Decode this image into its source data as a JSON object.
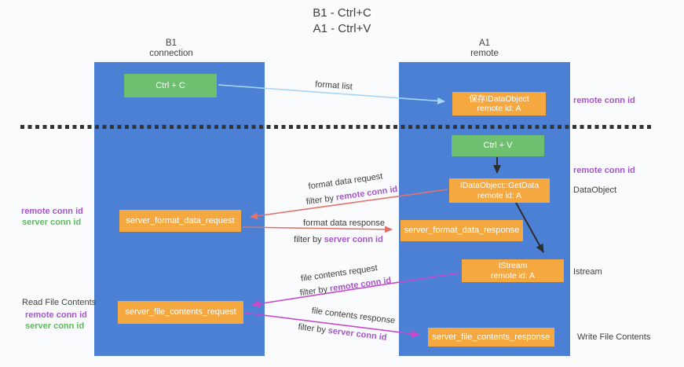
{
  "title": {
    "line1": "B1 - Ctrl+C",
    "line2": "A1 - Ctrl+V"
  },
  "columns": {
    "left": {
      "name": "B1",
      "subtitle": "connection"
    },
    "right": {
      "name": "A1",
      "subtitle": "remote"
    }
  },
  "boxes": {
    "ctrl_c": {
      "label": "Ctrl + C"
    },
    "save_idataobject": {
      "line1": "保存IDataObject",
      "line2": "remote id: A"
    },
    "ctrl_v": {
      "label": "Ctrl + V"
    },
    "getdata": {
      "line1": "IDataObject::GetData",
      "line2": "remote id: A"
    },
    "server_format_data_request": {
      "label": "server_format_data_request"
    },
    "server_format_data_response": {
      "label": "server_format_data_response"
    },
    "istream": {
      "line1": "IStream",
      "line2": "remote id: A"
    },
    "server_file_contents_request": {
      "label": "server_file_contents_request"
    },
    "server_file_contents_response": {
      "label": "server_file_contents_response"
    }
  },
  "arrow_labels": {
    "format_list": "format list",
    "format_data_request": "format data request",
    "format_data_response": "format data response",
    "file_contents_request": "file contents request",
    "file_contents_response": "file contents response",
    "filter_by": "filter by",
    "remote_conn_id": "remote conn id",
    "server_conn_id": "server conn id"
  },
  "side_labels": {
    "left": {
      "remote_conn_id_1": "remote conn id",
      "server_conn_id_1": "server conn id",
      "read_file_contents": "Read File Contents",
      "remote_conn_id_2": "remote conn id",
      "server_conn_id_2": "server conn id"
    },
    "right": {
      "remote_conn_id_1": "remote conn id",
      "remote_conn_id_2": "remote conn id",
      "dataobject": "DataObject",
      "istream": "Istream",
      "write_file_contents": "Write File Contents"
    }
  },
  "colors": {
    "column_blue": "#4b80d4",
    "box_green": "#6ebf70",
    "box_orange": "#f5a840",
    "purple_text": "#a656c9",
    "green_text": "#5cbb5c",
    "arrow_light_blue": "#a9d6f5",
    "arrow_red": "#e2736c",
    "arrow_magenta": "#c94ac9",
    "arrow_black": "#2d2d2d",
    "dashed_line": "#333333",
    "label_text": "#3d3d3d",
    "background": "#fafbfc"
  }
}
